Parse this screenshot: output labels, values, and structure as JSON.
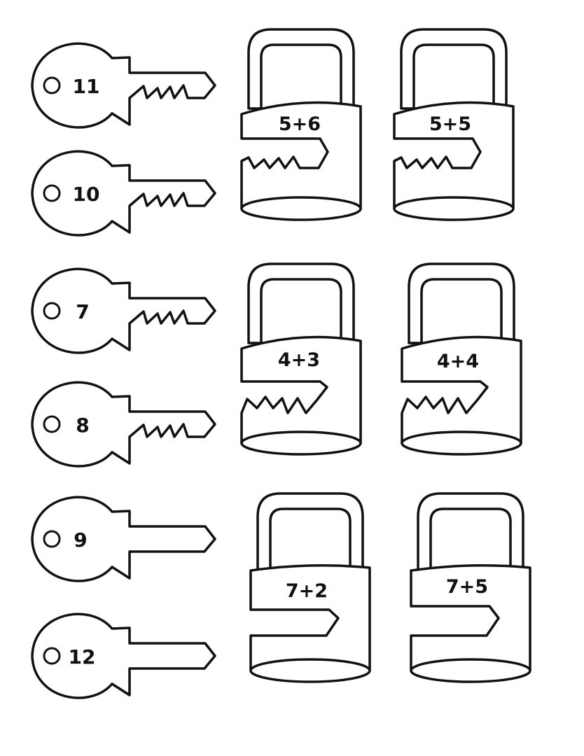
{
  "keys": [
    {
      "number": "11",
      "cut": "teeth"
    },
    {
      "number": "10",
      "cut": "teeth"
    },
    {
      "number": "7",
      "cut": "teeth"
    },
    {
      "number": "8",
      "cut": "teeth"
    },
    {
      "number": "9",
      "cut": "blank"
    },
    {
      "number": "12",
      "cut": "blank"
    }
  ],
  "locks": [
    {
      "problem": "5+6",
      "slot": "teeth"
    },
    {
      "problem": "5+5",
      "slot": "teeth"
    },
    {
      "problem": "4+3",
      "slot": "teeth"
    },
    {
      "problem": "4+4",
      "slot": "teeth"
    },
    {
      "problem": "7+2",
      "slot": "blank"
    },
    {
      "problem": "7+5",
      "slot": "blank"
    }
  ]
}
